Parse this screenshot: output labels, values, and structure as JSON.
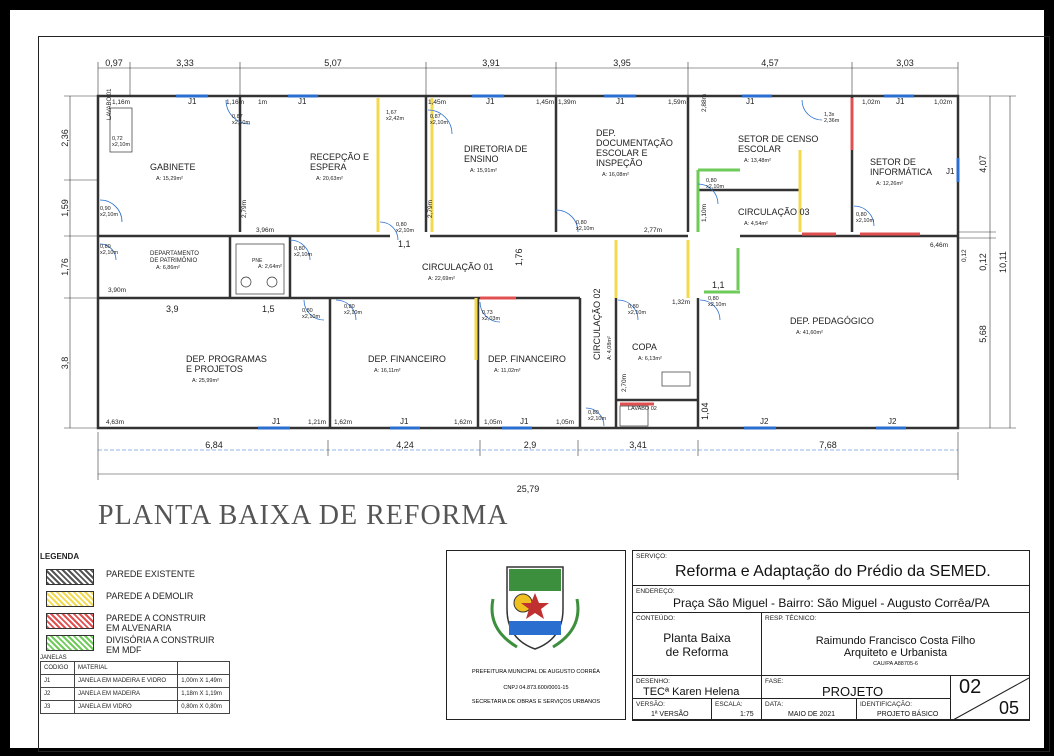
{
  "plan": {
    "top_dims": [
      "0,97",
      "3,33",
      "5,07",
      "3,91",
      "3,95",
      "4,57",
      "3,03"
    ],
    "bottom_dims": [
      "6,84",
      "4,24",
      "2,9",
      "3,41",
      "7,68"
    ],
    "total_width": "25,79",
    "left_dims": [
      "2,36",
      "1,59",
      "1,76",
      "3,8"
    ],
    "right_dims": [
      "4,07",
      "0,12",
      "5,68"
    ],
    "right_total": "10,11",
    "rooms": [
      {
        "name": "GABINETE",
        "area": "A:  15,29m²"
      },
      {
        "name": "RECEPÇÃO E\nESPERA",
        "area": "A:  20,63m²"
      },
      {
        "name": "DIRETORIA DE\nENSINO",
        "area": "A:  15,91m²"
      },
      {
        "name": "DEP.\nDOCUMENTAÇÃO\nESCOLAR E\nINSPEÇÃO",
        "area": "A:  16,08m²"
      },
      {
        "name": "SETOR DE CENSO\nESCOLAR",
        "area": "A:  13,48m²"
      },
      {
        "name": "SETOR DE\nINFORMÁTICA",
        "area": "A:  12,26m²"
      },
      {
        "name": "CIRCULAÇÃO 03",
        "area": "A:  4,54m²"
      },
      {
        "name": "DEPARTAMENTO\nDE PATRIMÔNIO",
        "area": "A:  6,86m²"
      },
      {
        "name": "CIRCULAÇÃO 01",
        "area": "A:  22,69m²"
      },
      {
        "name": "DEP. PEDAGÓGICO",
        "area": "A:  41,60m²"
      },
      {
        "name": "DEP. PROGRAMAS\nE PROJETOS",
        "area": "A:  25,99m²"
      },
      {
        "name": "DEP. FINANCEIRO",
        "area": "A:  16,11m²"
      },
      {
        "name": "DEP. FINANCEIRO",
        "area": "A:  11,02m²"
      },
      {
        "name": "CIRCULAÇÃO 02",
        "area": "A:  4,08m²"
      },
      {
        "name": "COPA",
        "area": "A:  6,13m²"
      },
      {
        "name": "LAVABO 01",
        "area": ""
      },
      {
        "name": "LAVABO 02",
        "area": ""
      },
      {
        "name": "PNE",
        "area": "A:  2,64m²"
      }
    ],
    "window_labels": [
      "J1",
      "J1",
      "J1",
      "J1",
      "J1",
      "J1",
      "J1",
      "J1",
      "J1",
      "J1",
      "J2",
      "J2"
    ],
    "small_dims": [
      "1,16m",
      "1,16m",
      "1m",
      "1,45m",
      "1,45m",
      "1,39m",
      "1,59m",
      "1,02m",
      "1,02m",
      "3,96m",
      "2,77m",
      "6,46m",
      "3,90m",
      "4,63m",
      "1,21m",
      "1,62m",
      "1,62m",
      "1,05m",
      "1,05m",
      "1,32m",
      "1,1",
      "1,1",
      "1,76",
      "1,5",
      "3,9",
      "2,79m",
      "2,79m",
      "2,88m",
      "1,10m",
      "2,70m",
      "1,04",
      "0,12"
    ],
    "doors": [
      "0,87\nx2,10m",
      "1,67\nx2,42m",
      "0,87\nx2,10m",
      "0,90\nx2,10m",
      "0,80\nx2,10m",
      "0,80\nx2,10m",
      "0,80\nx2,10m",
      "0,80\nx2,10m",
      "0,73\nx2,03m",
      "0,80\nx2,10m",
      "0,80\nx2,10m",
      "0,80\nx2,10m",
      "0,80\nx2,10m",
      "0,80\nx2,10m",
      "0,80\nx2,10m",
      "0,80\nx2,10m",
      "0,72\nx2,10m",
      "1,3x\n2,36m"
    ]
  },
  "title": "PLANTA BAIXA DE REFORMA",
  "legend": {
    "heading": "LEGENDA",
    "items": [
      {
        "label": "PAREDE EXISTENTE",
        "color": "#555555"
      },
      {
        "label": "PAREDE A DEMOLIR",
        "color": "#f2d94e"
      },
      {
        "label": "PAREDE A CONSTRUIR\nEM ALVENARIA",
        "color": "#e05050"
      },
      {
        "label": "DIVISÓRIA A CONSTRUIR\nEM MDF",
        "color": "#6ecb5a"
      }
    ],
    "janelas_heading": "JANELAS",
    "table_header": [
      "CODIGO",
      "MATERIAL",
      ""
    ],
    "table_rows": [
      [
        "J1",
        "JANELA EM MADEIRA E VIDRO",
        "1,00m X 1,49m"
      ],
      [
        "J2",
        "JANELA EM MADEIRA",
        "1,18m X 1,19m"
      ],
      [
        "J3",
        "JANELA EM VIDRO",
        "0,80m X 0,80m"
      ]
    ]
  },
  "title_block": {
    "org_lines": [
      "PREFEITURA MUNICIPAL DE AUGUSTO CORRÊA",
      "CNPJ 04.873.600/0001-15",
      "SECRETARIA DE OBRAS E SERVIÇOS URBANOS"
    ],
    "servico_label": "SERVIÇO:",
    "servico": "Reforma e Adaptação do Prédio da SEMED.",
    "endereco_label": "ENDEREÇO:",
    "endereco": "Praça São Miguel - Bairro: São Miguel - Augusto Corrêa/PA",
    "conteudo_label": "CONTEÚDO:",
    "conteudo": "Planta Baixa\nde Reforma",
    "resp_label": "RESP. TÉCNICO:",
    "resp_name": "Raimundo Francisco Costa Filho",
    "resp_title": "Arquiteto e Urbanista",
    "resp_cau": "CAU/PA A88705-6",
    "desenho_label": "DESENHO:",
    "desenho": "TECª Karen Helena",
    "fase_label": "FASE:",
    "fase": "PROJETO",
    "versao_label": "VERSÃO:",
    "versao": "1ª VERSÃO",
    "escala_label": "ESCALA:",
    "escala": "1:75",
    "data_label": "DATA:",
    "data": "MAIO DE 2021",
    "ident_label": "IDENTIFICAÇÃO:",
    "ident": "PROJETO BÁSICO",
    "sheet_num": "02",
    "sheet_total": "05"
  }
}
